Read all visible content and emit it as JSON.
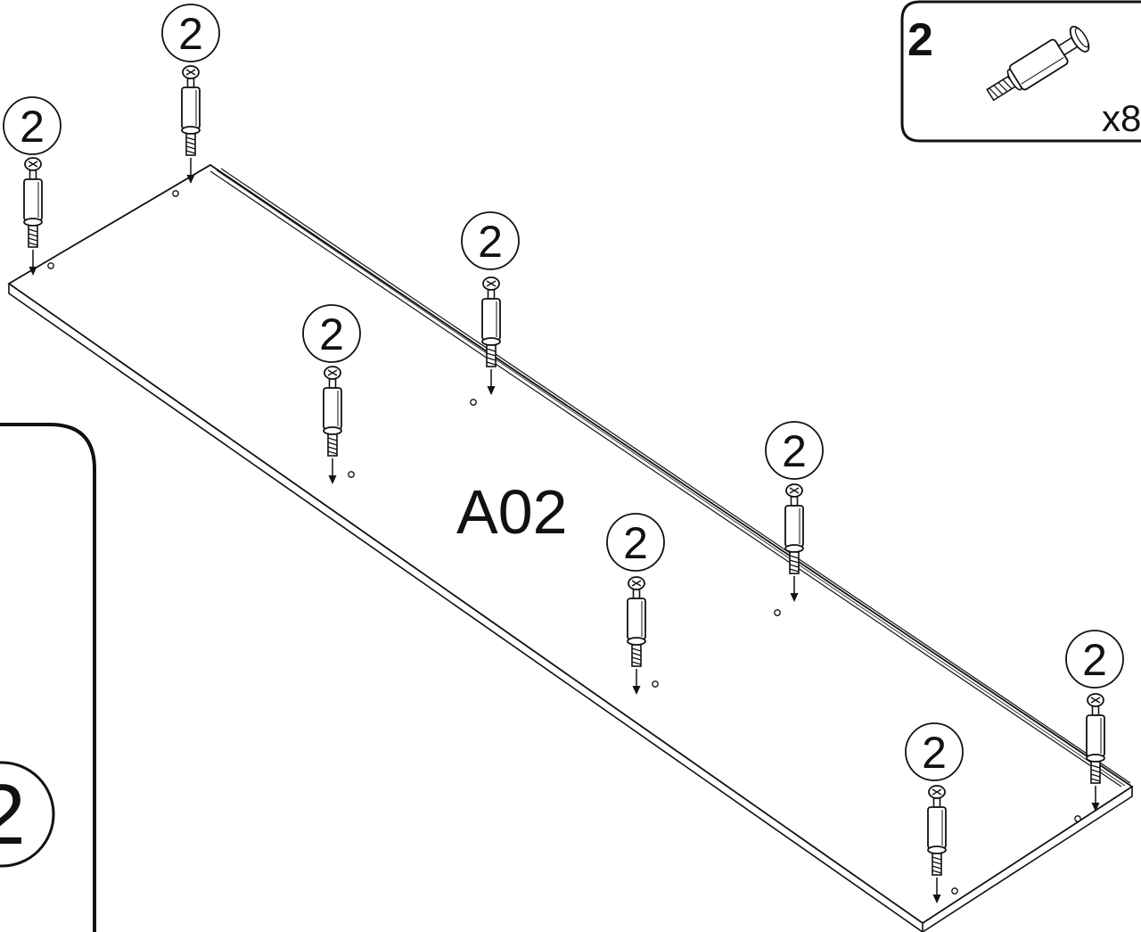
{
  "panel": {
    "label": "A02"
  },
  "part": {
    "number": "2",
    "quantity": "x8",
    "icon": "cam-dowel-icon"
  },
  "callout_number": "2",
  "inset_callout_number": "2",
  "colors": {
    "ink": "#111111",
    "paper": "#ffffff"
  }
}
